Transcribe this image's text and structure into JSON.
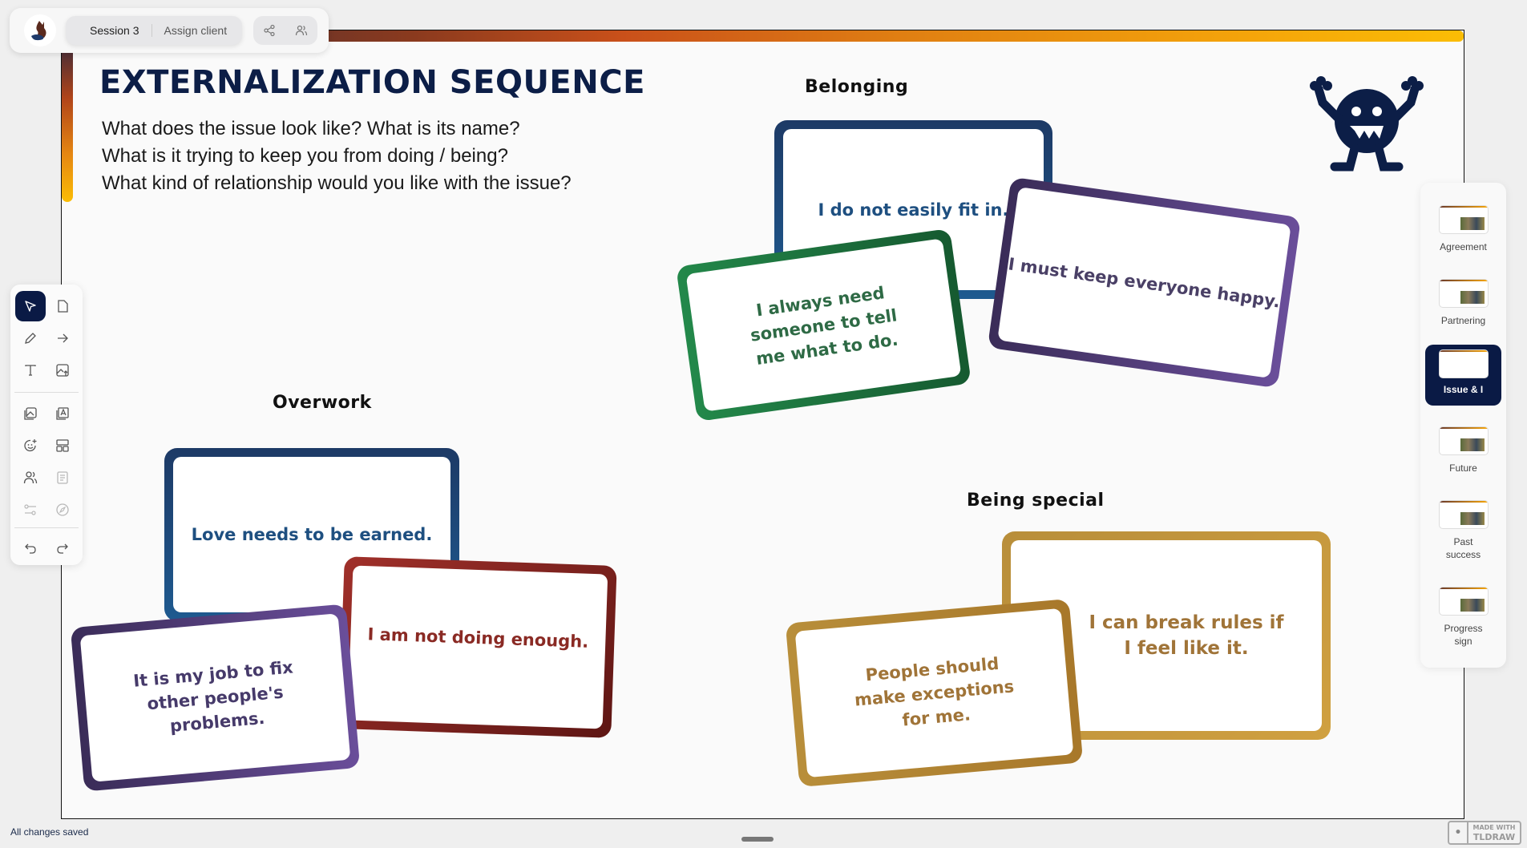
{
  "header": {
    "session_label": "Session 3",
    "assign_client_label": "Assign client",
    "icons": [
      "share-icon",
      "users-icon"
    ]
  },
  "slide": {
    "title": "EXTERNALIZATION SEQUENCE",
    "questions": [
      "What does the issue look like? What is its name?",
      "What is it trying to keep you from doing / being?",
      "What kind of relationship would you like with the issue?"
    ],
    "accent_gradient": [
      "#3a2a3a",
      "#c9501a",
      "#fbbd05"
    ],
    "groups": [
      {
        "label": "Belonging",
        "cards": [
          {
            "text": "I do not easily fit in.",
            "color": "#1e4f80"
          },
          {
            "text": "I always need someone to tell me what to do.",
            "color": "#256b3e"
          },
          {
            "text": "I must keep everyone happy.",
            "color": "#4f3e78"
          }
        ]
      },
      {
        "label": "Overwork",
        "cards": [
          {
            "text": "Love needs to be earned.",
            "color": "#1e4f80"
          },
          {
            "text": "I am not doing enough.",
            "color": "#8a2a24"
          },
          {
            "text": "It is my job to fix other people's problems.",
            "color": "#463a6a"
          }
        ]
      },
      {
        "label": "Being special",
        "cards": [
          {
            "text": "I can break rules if I feel like it.",
            "color": "#a07438"
          },
          {
            "text": "People should make exceptions for me.",
            "color": "#a07438"
          }
        ]
      }
    ]
  },
  "toolbar": {
    "tools": [
      {
        "name": "select",
        "active": true
      },
      {
        "name": "note"
      },
      {
        "name": "draw"
      },
      {
        "name": "arrow"
      },
      {
        "name": "text"
      },
      {
        "name": "upload-image"
      },
      {
        "name": "image-gallery"
      },
      {
        "name": "text-image"
      },
      {
        "name": "emoji-add"
      },
      {
        "name": "layout"
      },
      {
        "name": "users"
      },
      {
        "name": "document",
        "disabled": true
      },
      {
        "name": "sliders",
        "disabled": true
      },
      {
        "name": "compass",
        "disabled": true
      },
      {
        "name": "undo"
      },
      {
        "name": "redo"
      }
    ]
  },
  "pages": [
    {
      "label": "Agreement"
    },
    {
      "label": "Partnering"
    },
    {
      "label": "Issue & I",
      "active": true
    },
    {
      "label": "Future"
    },
    {
      "label": "Past success"
    },
    {
      "label": "Progress sign"
    }
  ],
  "status": {
    "save_text": "All changes saved"
  },
  "badge": {
    "line1": "MADE WITH",
    "line2": "TLDRAW"
  }
}
